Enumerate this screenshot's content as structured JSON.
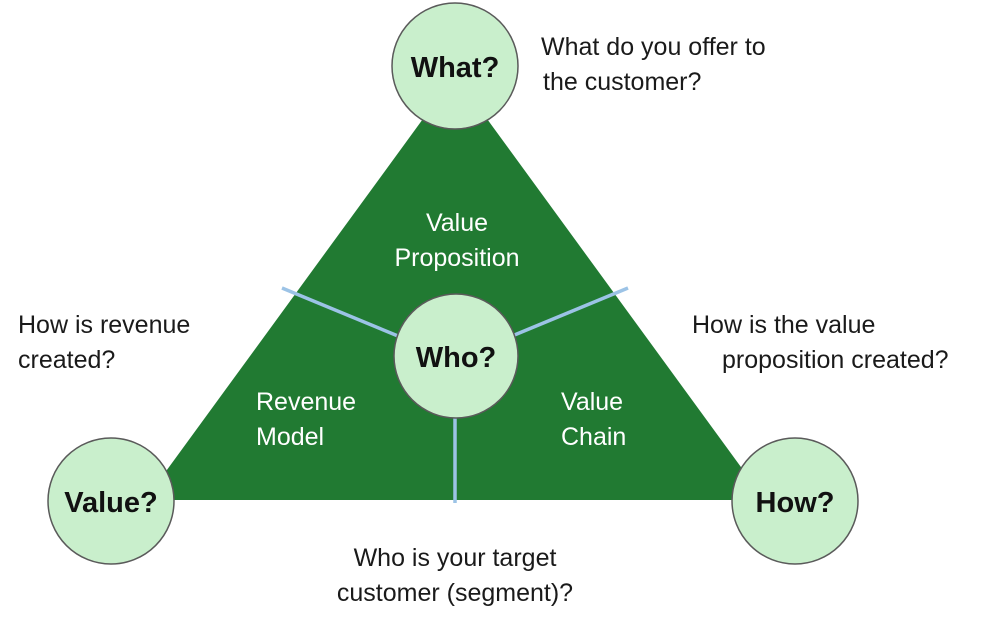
{
  "diagram": {
    "colors": {
      "triangle": "#217a32",
      "circle_fill": "#c9efcc",
      "circle_stroke": "#5a5a5a",
      "divider": "#9cc3e6"
    },
    "nodes": {
      "top": "What?",
      "center": "Who?",
      "left": "Value?",
      "right": "How?"
    },
    "regions": {
      "top": [
        "Value",
        "Proposition"
      ],
      "left": [
        "Revenue",
        "Model"
      ],
      "right": [
        "Value",
        "Chain"
      ]
    },
    "questions": {
      "top": [
        "What do you offer to",
        "the customer?"
      ],
      "left": [
        "How is revenue",
        "created?"
      ],
      "right": [
        "How is the value",
        "proposition created?"
      ],
      "bottom": [
        "Who is your target",
        "customer (segment)?"
      ]
    }
  }
}
